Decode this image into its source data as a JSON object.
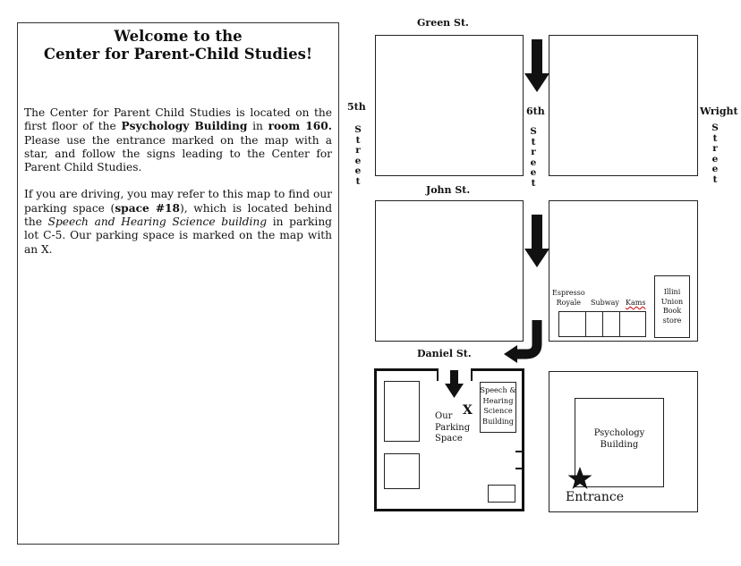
{
  "info": {
    "title_line1": "Welcome to the",
    "title_line2": "Center for Parent-Child Studies!",
    "p1_a": "The Center for Parent Child Studies is located on the first floor of the ",
    "p1_b": "Psychology Building",
    "p1_c": " in ",
    "p1_d": "room 160.",
    "p1_e": " Please use the entrance marked on the map with a star, and follow the signs leading to the Center for Parent Child Studies.",
    "p2_a": "If you are driving, you may refer to this map to find our parking space (",
    "p2_b": "space #18",
    "p2_c": "), which is located behind the ",
    "p2_d": "Speech and Hearing Science building",
    "p2_e": " in parking lot C-5. Our parking space is marked on the map with an X."
  },
  "map": {
    "streets": {
      "green": "Green St.",
      "john": "John St.",
      "daniel": "Daniel St.",
      "fifth_num": "5th",
      "fifth_letters": [
        "S",
        "t",
        "r",
        "e",
        "e",
        "t"
      ],
      "sixth_num": "6th",
      "sixth_letters": [
        "S",
        "t",
        "r",
        "e",
        "e",
        "t"
      ],
      "wright_name": "Wright",
      "wright_letters": [
        "S",
        "t",
        "r",
        "e",
        "e",
        "t"
      ]
    },
    "shops": {
      "espresso_1": "Espresso",
      "espresso_2": "Royale",
      "subway": "Subway",
      "kams": "Kams",
      "illini_1": "Illini",
      "illini_2": "Union",
      "illini_3": "Book",
      "illini_4": "store"
    },
    "lot": {
      "speech_1": "Speech &",
      "speech_2": "Hearing",
      "speech_3": "Science",
      "speech_4": "Building",
      "x_mark": "X",
      "parking_1": "Our",
      "parking_2": "Parking",
      "parking_3": "Space"
    },
    "psych_1": "Psychology",
    "psych_2": "Building",
    "entrance": "Entrance"
  }
}
